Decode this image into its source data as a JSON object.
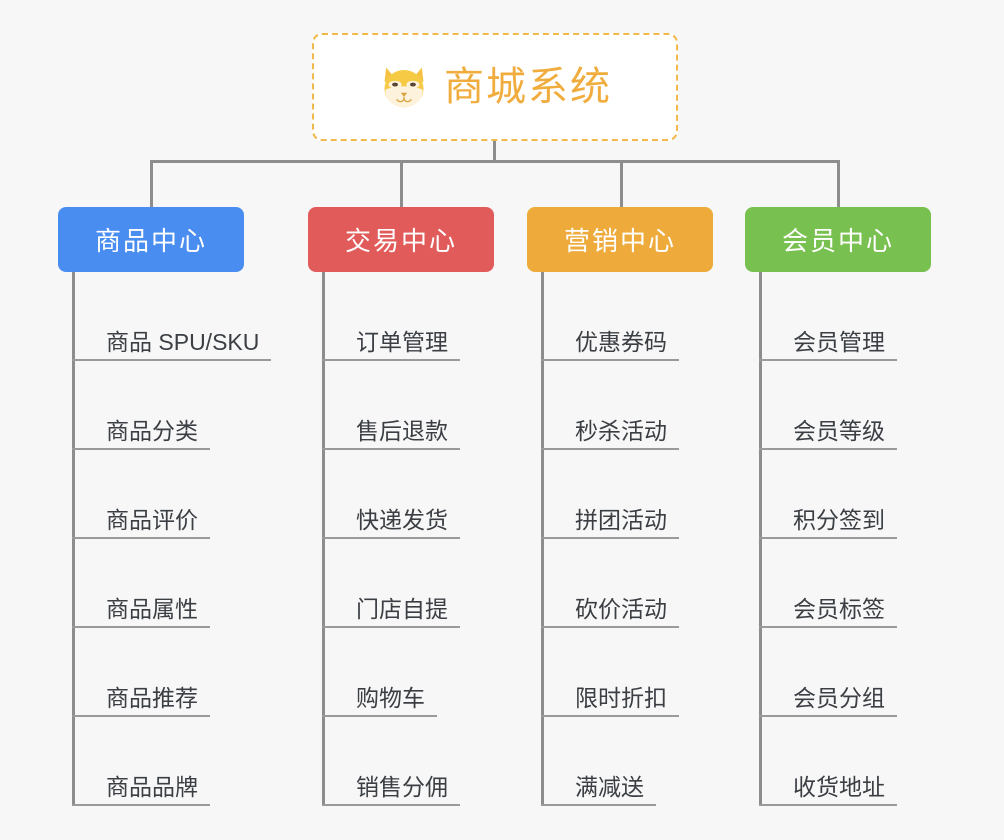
{
  "background_color": "#f7f7f7",
  "root": {
    "title": "商城系统",
    "icon": "shiba-dog-face-icon",
    "text_color": "#f0ad3e",
    "border_color": "#f1b84a",
    "background_color": "#ffffff"
  },
  "connector_color": "#8d8d8d",
  "categories": [
    {
      "label": "商品中心",
      "color": "#4a8df0",
      "items": [
        "商品 SPU/SKU",
        "商品分类",
        "商品评价",
        "商品属性",
        "商品推荐",
        "商品品牌"
      ]
    },
    {
      "label": "交易中心",
      "color": "#e15b5b",
      "items": [
        "订单管理",
        "售后退款",
        "快递发货",
        "门店自提",
        "购物车",
        "销售分佣"
      ]
    },
    {
      "label": "营销中心",
      "color": "#eeab3c",
      "items": [
        "优惠券码",
        "秒杀活动",
        "拼团活动",
        "砍价活动",
        "限时折扣",
        "满减送"
      ]
    },
    {
      "label": "会员中心",
      "color": "#78c050",
      "items": [
        "会员管理",
        "会员等级",
        "积分签到",
        "会员标签",
        "会员分组",
        "收货地址"
      ]
    }
  ]
}
